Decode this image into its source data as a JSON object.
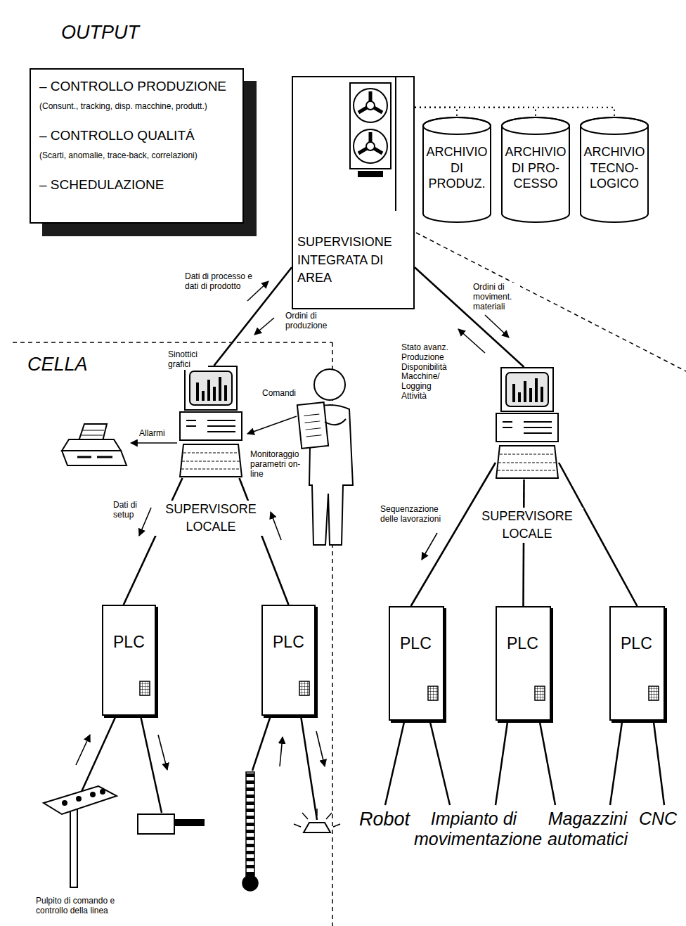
{
  "diagram": {
    "nodes": [
      {
        "text": [
          "OUTPUT",
          "– CONTROLLO PRODUZIONE",
          "(Consunt., tracking, disp. macchine, produtt.)",
          "– CONTROLLO QUALITÁ",
          "(Scarti, anomalie, trace-back, correlazioni)",
          "– SCHEDULAZIONE"
        ]
      },
      {
        "text": [
          "SUPERVISIONE INTEGRATA DI AREA"
        ]
      },
      {
        "text": [
          "ARCHIVIO DI PRODUZ."
        ]
      },
      {
        "text": [
          "ARCHIVIO DI PRO- CESSO"
        ]
      },
      {
        "text": [
          "ARCHIVIO TECNO- LOGICO"
        ]
      },
      {
        "text": [
          "SUPERVISORE LOCALE"
        ]
      },
      {
        "text": [
          "SUPERVISORE LOCALE"
        ]
      },
      {
        "text": [
          "PLC"
        ]
      },
      {
        "text": [
          "PLC"
        ]
      },
      {
        "text": [
          "PLC"
        ]
      },
      {
        "text": [
          "PLC"
        ]
      },
      {
        "text": [
          "PLC"
        ]
      }
    ],
    "edges": [
      {
        "from": 1,
        "to": 2,
        "arrow": "none"
      },
      {
        "from": 1,
        "to": 3,
        "arrow": "none"
      },
      {
        "from": 1,
        "to": 4,
        "arrow": "none"
      },
      {
        "from": 1,
        "to": 5,
        "arrow": "none"
      },
      {
        "from": 1,
        "to": 6,
        "arrow": "none"
      },
      {
        "from": 5,
        "to": 7,
        "arrow": "none"
      },
      {
        "from": 5,
        "to": 8,
        "arrow": "none"
      },
      {
        "from": 6,
        "to": 9,
        "arrow": "none"
      },
      {
        "from": 6,
        "to": 10,
        "arrow": "none"
      },
      {
        "from": 6,
        "to": 11,
        "arrow": "none"
      }
    ],
    "labels": [
      "Dati di processo e dati di prodotto",
      "Ordini di produzione",
      "Ordini di moviment. materiali",
      "Stato avanz. Produzione Disponibilità Macchine/ Logging Attività",
      "CELLA",
      "Sinottici grafici",
      "Comandi",
      "Allarmi",
      "Monitoraggio parametri on-line",
      "Dati di setup",
      "Sequenzazione delle lavorazioni",
      "Pulpito di comando e controllo della linea",
      "Robot",
      "Impianto di movimentazione",
      "Magazzini automatici",
      "CNC"
    ]
  }
}
